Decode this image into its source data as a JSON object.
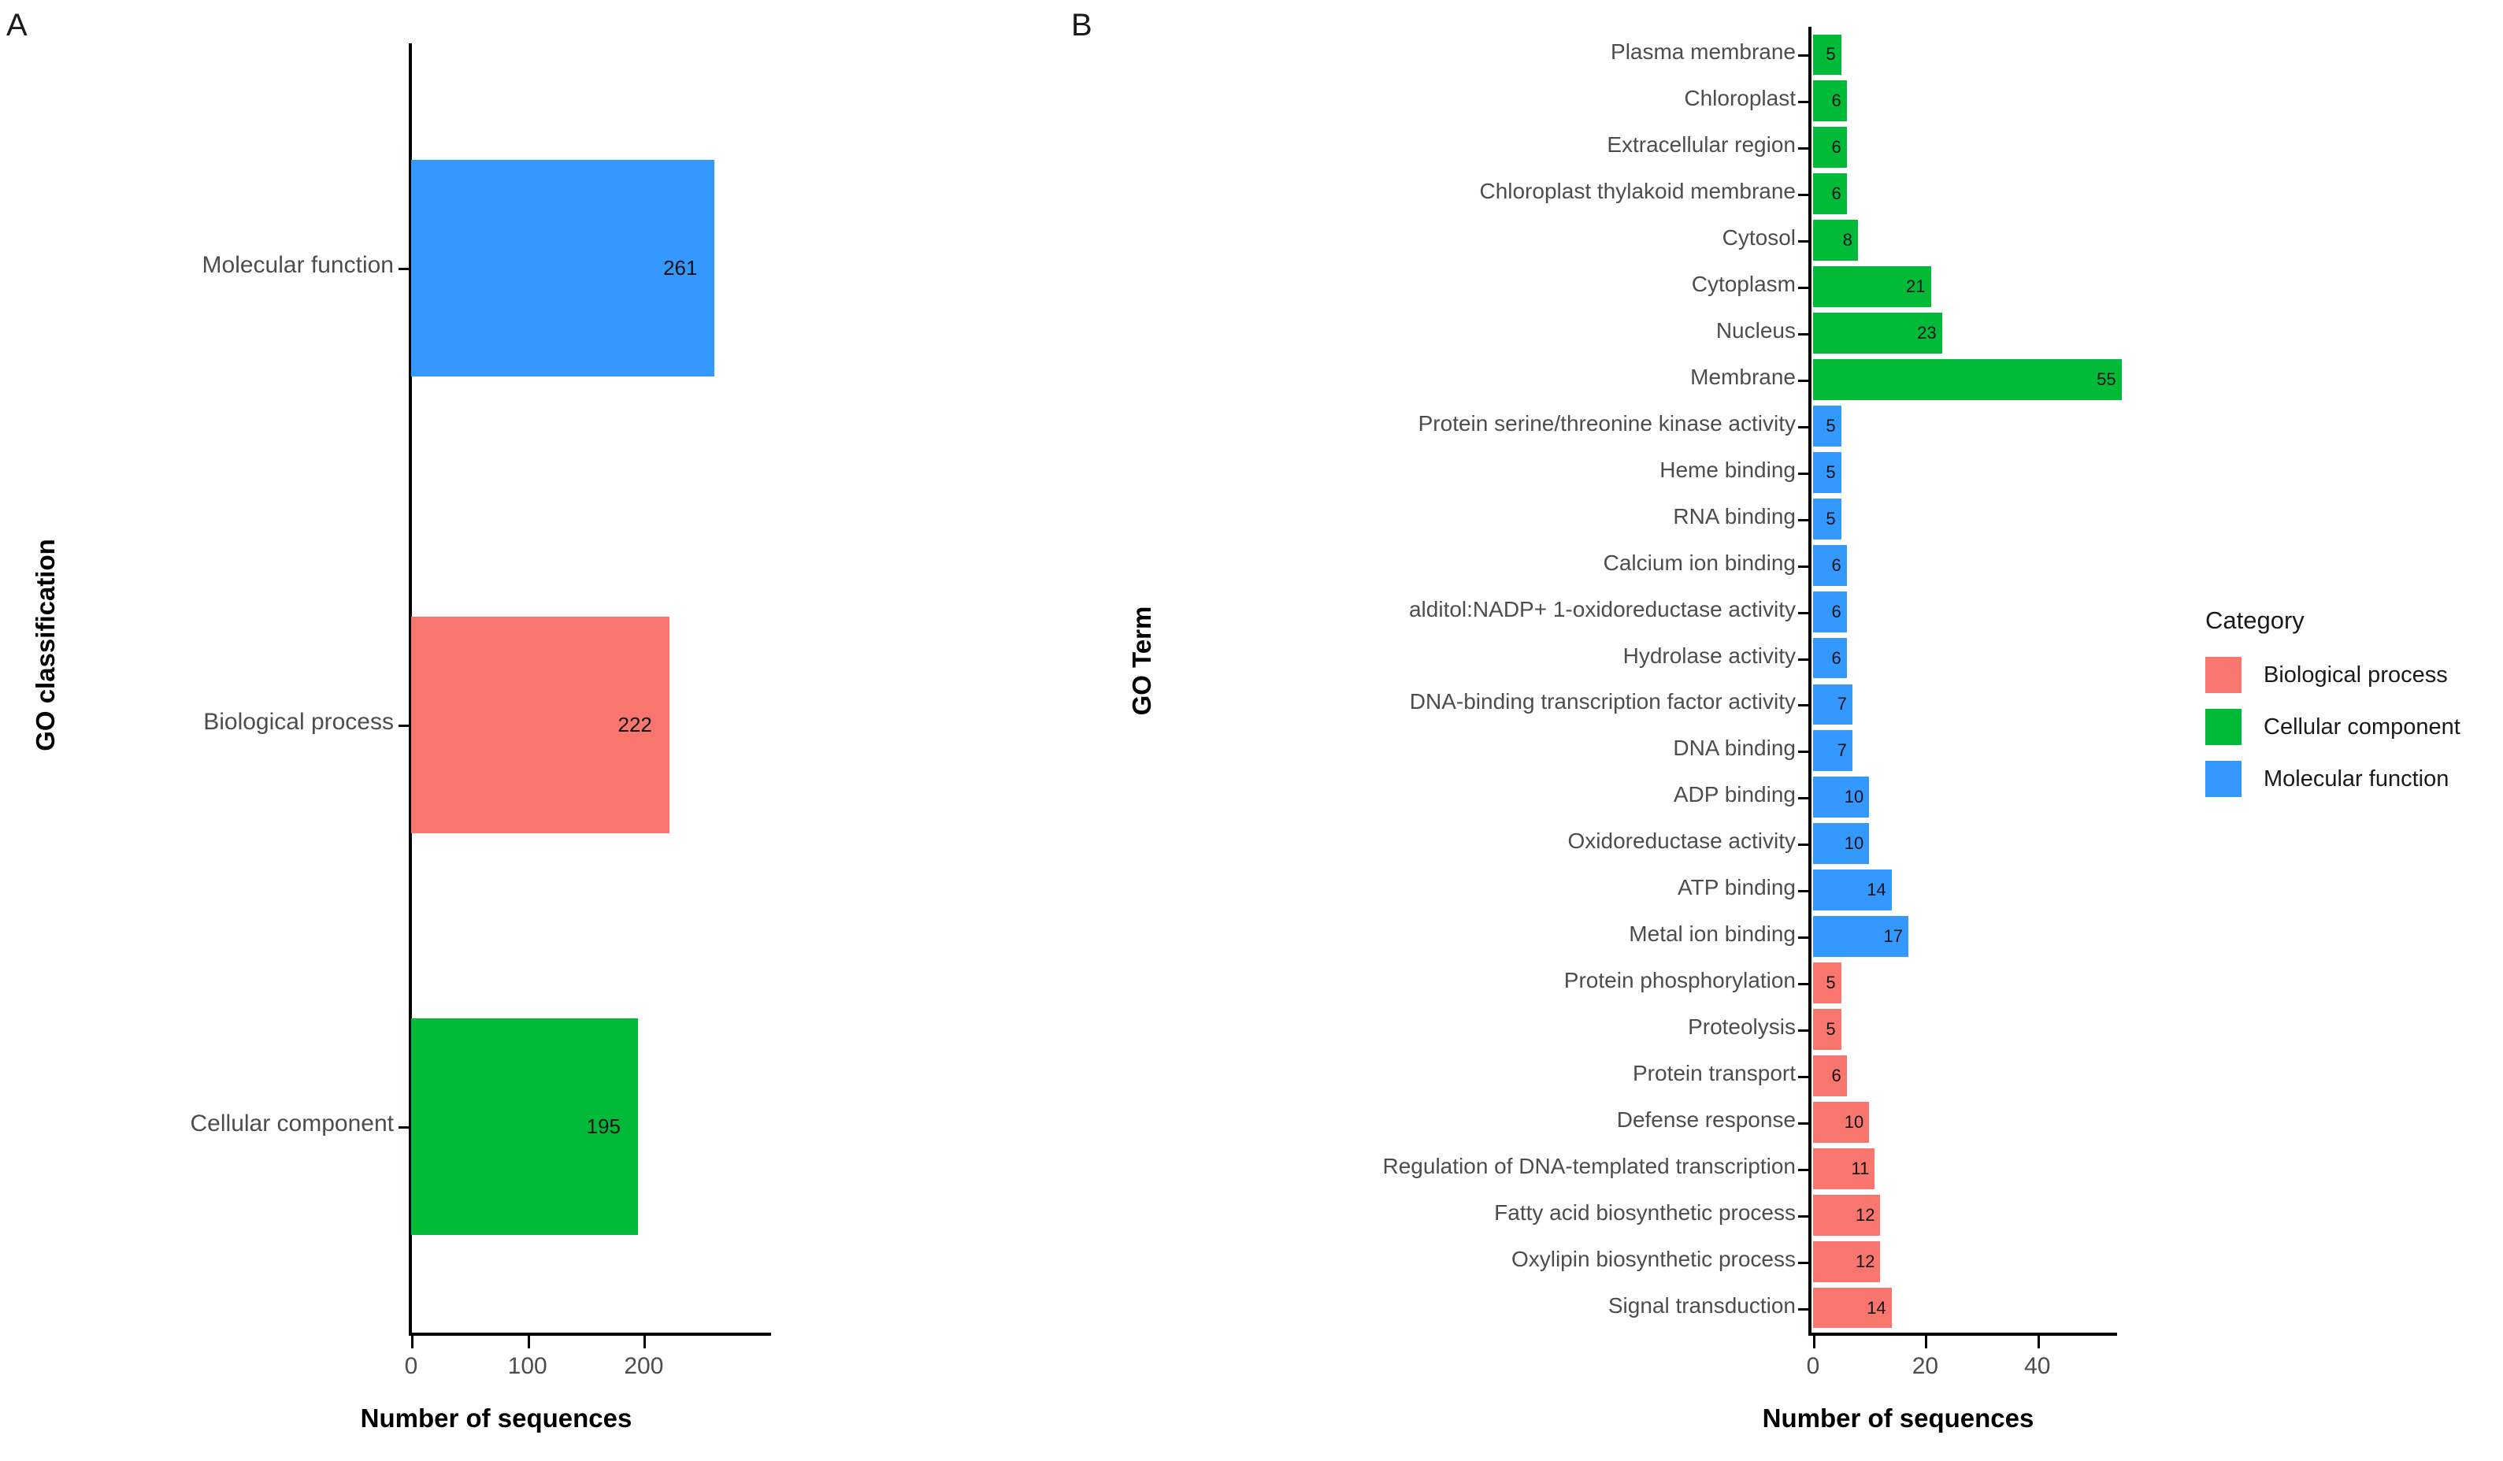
{
  "figure": {
    "panel_a_letter": "A",
    "panel_b_letter": "B"
  },
  "colors": {
    "biological_process": "#F8766D",
    "cellular_component": "#00BA38",
    "molecular_function": "#3399FF",
    "axis": "#000000",
    "tick_label": "#4D4D4D"
  },
  "legend": {
    "title": "Category",
    "items": [
      {
        "label": "Biological process",
        "color": "#F8766D"
      },
      {
        "label": "Cellular component",
        "color": "#00BA38"
      },
      {
        "label": "Molecular function",
        "color": "#3399FF"
      }
    ]
  },
  "chart_data": [
    {
      "panel": "A",
      "type": "bar",
      "orientation": "horizontal",
      "title": "",
      "xlabel": "Number of sequences",
      "ylabel": "GO classification",
      "categories": [
        "Molecular function",
        "Biological process",
        "Cellular component"
      ],
      "values": [
        261,
        222,
        195
      ],
      "bar_colors": [
        "#3399FF",
        "#F8766D",
        "#00BA38"
      ],
      "data_labels": [
        "261",
        "222",
        "195"
      ],
      "xlim": [
        0,
        280
      ],
      "xticks": [
        0,
        100,
        200
      ],
      "xtick_labels": [
        "0",
        "100",
        "200"
      ],
      "grid": false,
      "legend": "none"
    },
    {
      "panel": "B",
      "type": "bar",
      "orientation": "horizontal",
      "title": "",
      "xlabel": "Number of sequences",
      "ylabel": "GO Term",
      "xlim": [
        0,
        58
      ],
      "xticks": [
        0,
        20,
        40
      ],
      "xtick_labels": [
        "0",
        "20",
        "40"
      ],
      "grid": false,
      "legend_position": "right",
      "categories": [
        "Plasma membrane",
        "Chloroplast",
        "Extracellular region",
        "Chloroplast thylakoid membrane",
        "Cytosol",
        "Cytoplasm",
        "Nucleus",
        "Membrane",
        "Protein serine/threonine kinase activity",
        "Heme binding",
        "RNA binding",
        "Calcium ion binding",
        "alditol:NADP+ 1-oxidoreductase activity",
        "Hydrolase activity",
        "DNA-binding transcription factor activity",
        "DNA binding",
        "ADP binding",
        "Oxidoreductase activity",
        "ATP binding",
        "Metal ion binding",
        "Protein phosphorylation",
        "Proteolysis",
        "Protein transport",
        "Defense response",
        "Regulation of DNA-templated transcription",
        "Fatty acid biosynthetic process",
        "Oxylipin biosynthetic process",
        "Signal transduction"
      ],
      "values": [
        5,
        6,
        6,
        6,
        8,
        21,
        23,
        55,
        5,
        5,
        5,
        6,
        6,
        6,
        7,
        7,
        10,
        10,
        14,
        17,
        5,
        5,
        6,
        10,
        11,
        12,
        12,
        14
      ],
      "category_group": [
        "Cellular component",
        "Cellular component",
        "Cellular component",
        "Cellular component",
        "Cellular component",
        "Cellular component",
        "Cellular component",
        "Cellular component",
        "Molecular function",
        "Molecular function",
        "Molecular function",
        "Molecular function",
        "Molecular function",
        "Molecular function",
        "Molecular function",
        "Molecular function",
        "Molecular function",
        "Molecular function",
        "Molecular function",
        "Molecular function",
        "Biological process",
        "Biological process",
        "Biological process",
        "Biological process",
        "Biological process",
        "Biological process",
        "Biological process",
        "Biological process"
      ],
      "data_labels": [
        "5",
        "6",
        "6",
        "6",
        "8",
        "21",
        "23",
        "55",
        "5",
        "5",
        "5",
        "6",
        "6",
        "6",
        "7",
        "7",
        "10",
        "10",
        "14",
        "17",
        "5",
        "5",
        "6",
        "10",
        "11",
        "12",
        "12",
        "14"
      ]
    }
  ]
}
